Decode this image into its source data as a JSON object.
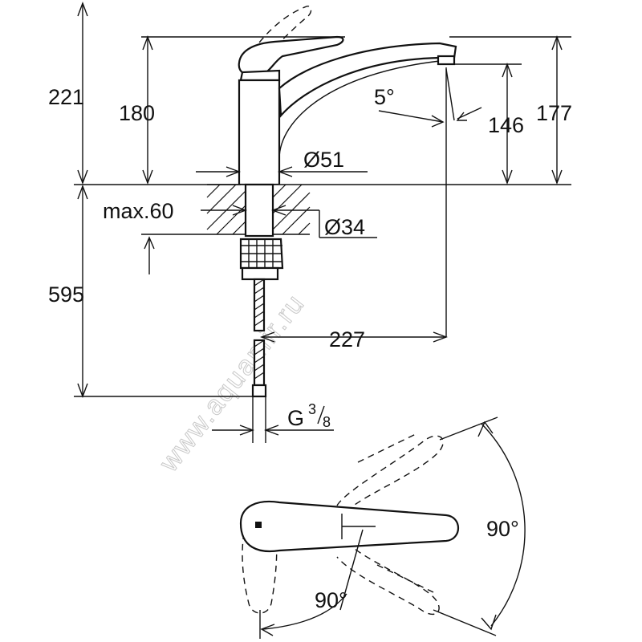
{
  "dimensions": {
    "total_height": "221",
    "body_height": "180",
    "spout_total_height": "177",
    "spout_outlet_height": "146",
    "spout_angle": "5°",
    "body_diameter": "Ø51",
    "counter_thickness": "max.60",
    "hole_diameter": "Ø34",
    "hose_length": "595",
    "spout_reach": "227",
    "connection_thread_main": "G",
    "connection_thread_num": "3",
    "connection_thread_den": "8",
    "lever_angle_right": "90°",
    "lever_angle_bottom": "90°"
  },
  "watermark": "www.aquamir.ru"
}
